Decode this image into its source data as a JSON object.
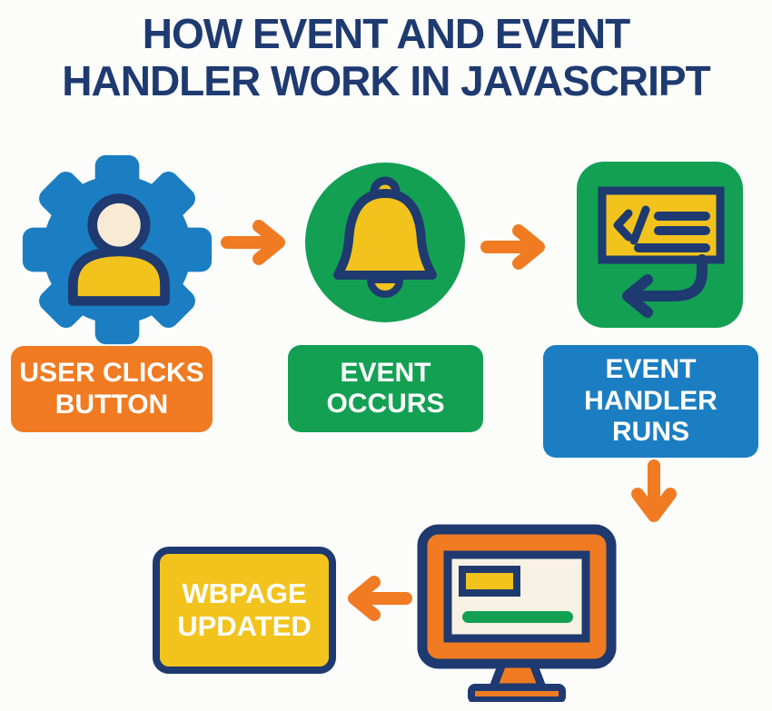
{
  "title": {
    "line1": "HOW EVENT AND EVENT",
    "line2": "HANDLER WORK IN JAVASCRIPT"
  },
  "palette": {
    "navy": "#1e3a70",
    "blue": "#1b7ec2",
    "green": "#13a053",
    "orange": "#f07b22",
    "yellow": "#f2c31d",
    "cream": "#f9ead5",
    "screen": "#f8f2e4",
    "white": "#ffffff",
    "background": "#fcfcfb"
  },
  "flow": {
    "step1": {
      "icon": "user-gear-icon",
      "line1": "USER CLICKS",
      "line2": "BUTTON"
    },
    "step2": {
      "icon": "bell-icon",
      "line1": "EVENT",
      "line2": "OCCURS"
    },
    "step3": {
      "icon": "code-handler-icon",
      "line1": "EVENT",
      "line2": "HANDLER",
      "line3": "RUNS"
    },
    "step4": {
      "icon": "monitor-icon",
      "line1": "WBPAGE",
      "line2": "UPDATED"
    }
  },
  "arrows": {
    "arrow1": "right",
    "arrow2": "right",
    "arrow3": "down",
    "arrow4": "left"
  }
}
